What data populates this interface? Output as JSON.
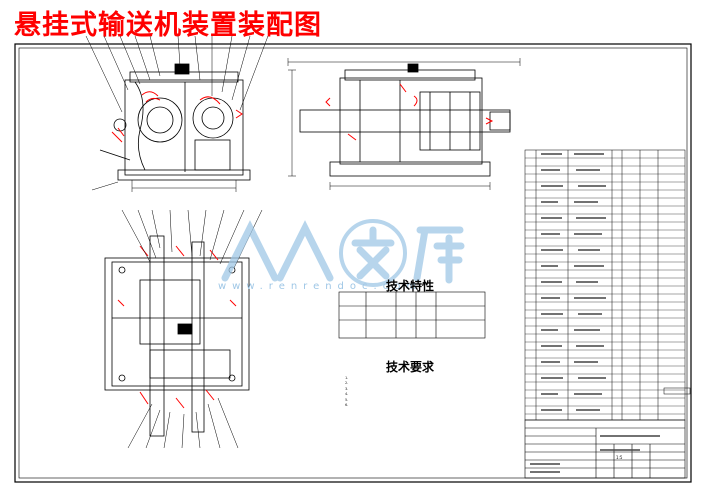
{
  "title": "悬挂式输送机装置装配图",
  "tech_characteristics": {
    "heading": "技术特性",
    "rows": [
      "",
      ""
    ]
  },
  "tech_requirements": {
    "heading": "技术要求",
    "lines": [
      "1.",
      "2.",
      "3.",
      "4.",
      "5.",
      "6."
    ]
  },
  "title_block": {
    "drawing_name": "",
    "scale": "1:5"
  },
  "watermark": {
    "text": "www.renrendoc.com",
    "color": "#9fc7e6"
  },
  "colors": {
    "title": "#ff0000",
    "line": "#000000",
    "highlight": "#ff0000"
  }
}
